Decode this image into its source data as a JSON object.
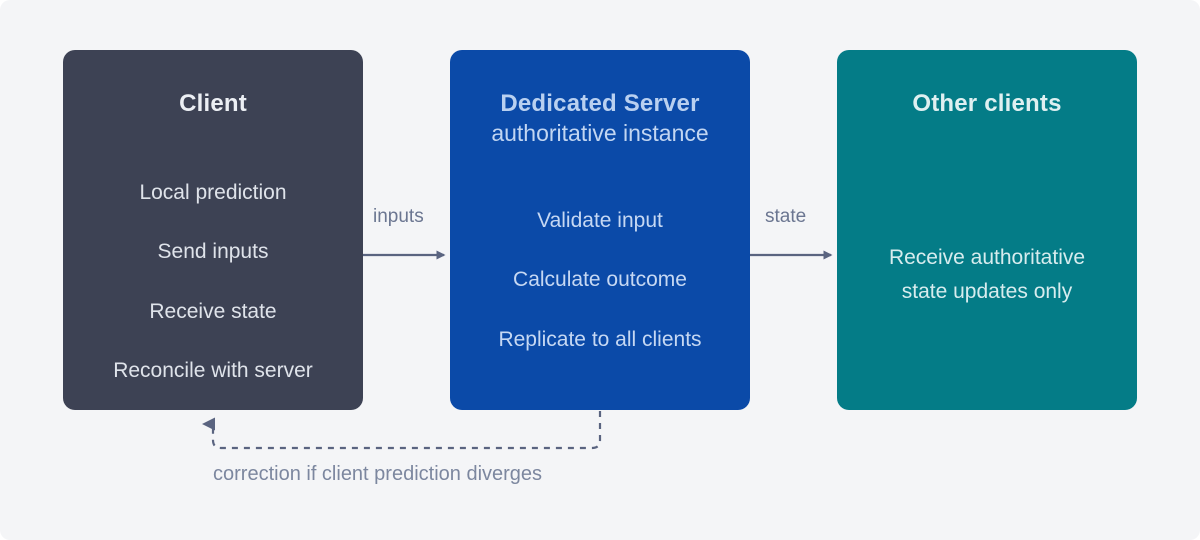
{
  "diagram": {
    "background_color": "#f4f5f7",
    "nodes": [
      {
        "id": "client",
        "title": "Client",
        "subtitle": "",
        "color": "#3d4254",
        "lines": [
          "Local prediction",
          "Send inputs",
          "Receive state",
          "Reconcile with server"
        ]
      },
      {
        "id": "server",
        "title": "Dedicated Server",
        "subtitle": "authoritative instance",
        "color": "#0b4aa8",
        "lines": [
          "Validate input",
          "Calculate outcome",
          "Replicate to all clients"
        ]
      },
      {
        "id": "others",
        "title": "Other clients",
        "subtitle": "",
        "color": "#047c87",
        "lines": [
          "Receive authoritative",
          "state updates only"
        ]
      }
    ],
    "edges": [
      {
        "id": "client-to-server",
        "label": "inputs",
        "style": "solid",
        "color": "#5a6480"
      },
      {
        "id": "server-to-others",
        "label": "state",
        "style": "solid",
        "color": "#5a6480"
      },
      {
        "id": "server-to-client",
        "label": "correction if client prediction diverges",
        "style": "dashed",
        "color": "#5a6480"
      }
    ]
  }
}
